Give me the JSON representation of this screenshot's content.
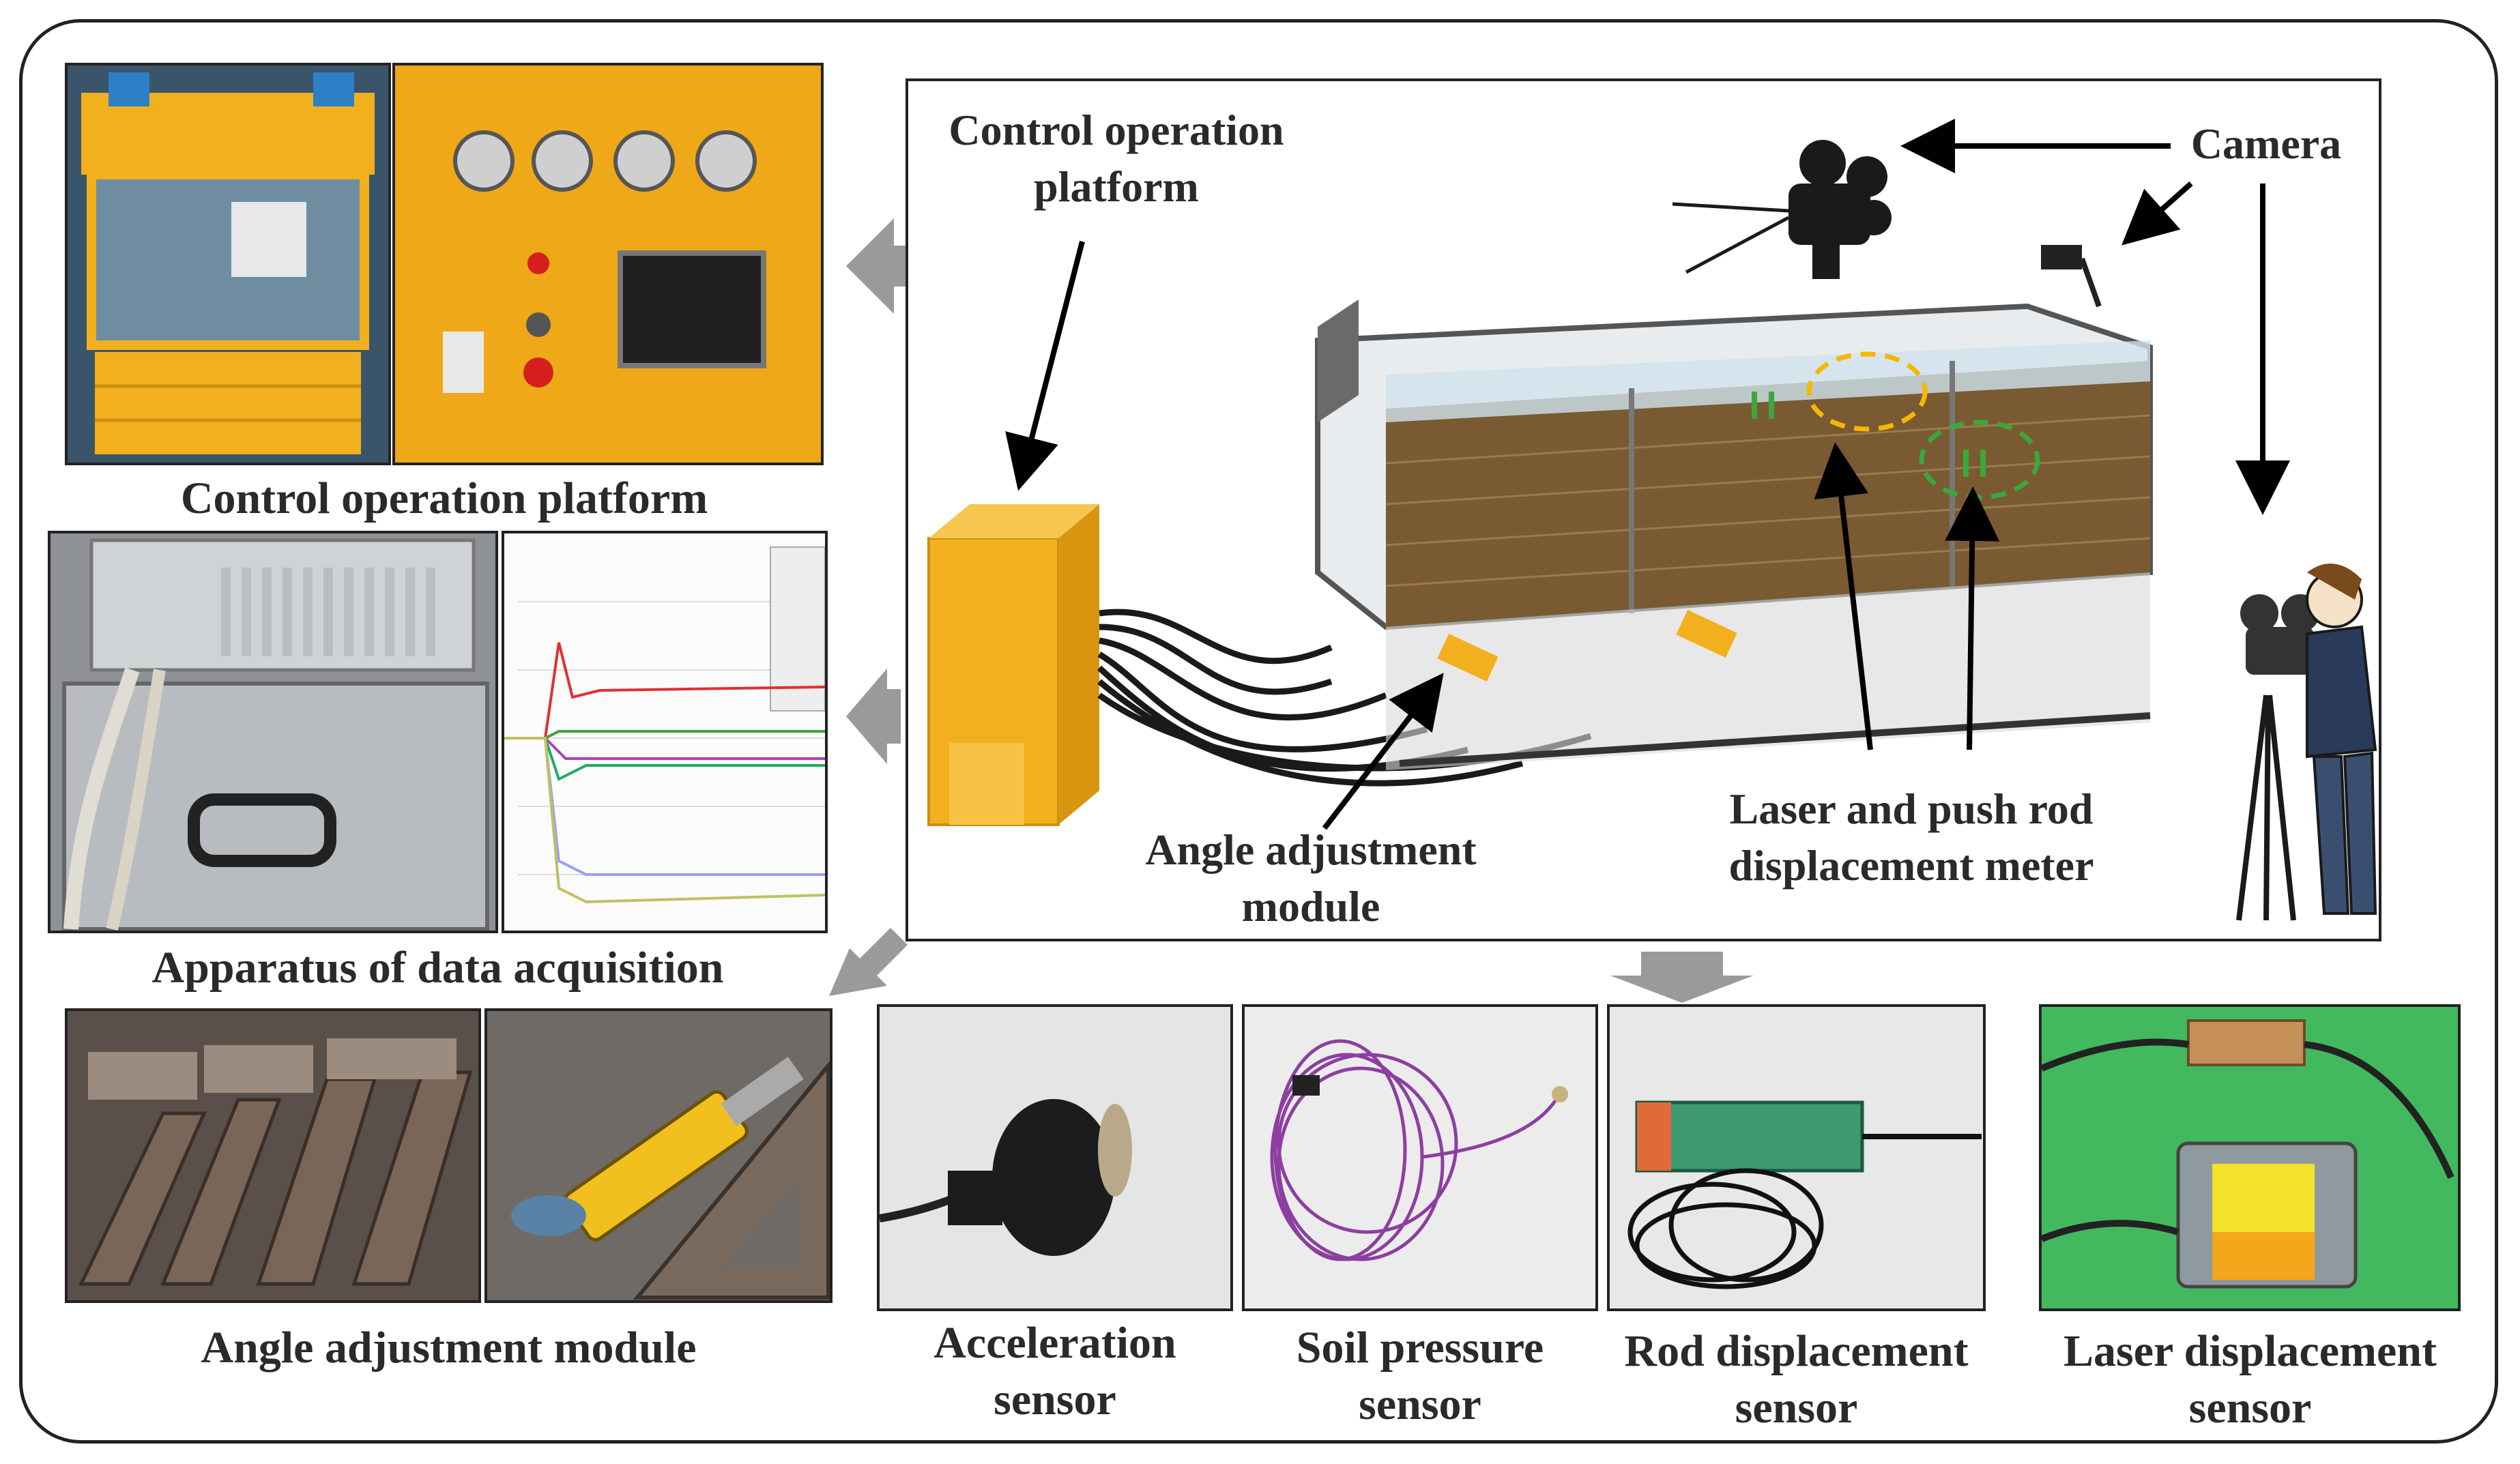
{
  "figure": {
    "schematic_labels": {
      "control_platform": [
        "Control operation",
        "platform"
      ],
      "camera": "Camera",
      "angle_module": [
        "Angle adjustment",
        "module"
      ],
      "laser_rod": [
        "Laser and push rod",
        "displacement meter"
      ]
    },
    "captions": {
      "control_platform": "Control operation platform",
      "data_acquisition": "Apparatus of data acquisition",
      "angle_module": "Angle adjustment module",
      "acceleration": [
        "Acceleration",
        "sensor"
      ],
      "soil_pressure": [
        "Soil pressure",
        "sensor"
      ],
      "rod_displacement": [
        "Rod displacement",
        "sensor"
      ],
      "laser_displacement": [
        "Laser displacement",
        "sensor"
      ]
    },
    "colors": {
      "accent_orange": "#f2b01e",
      "frame_gray": "#555555",
      "soil_brown": "#7a5a33",
      "arrow_gray": "#9a9a9a",
      "dashed_yellow": "#f5b800",
      "dashed_green": "#3aa83a"
    }
  }
}
